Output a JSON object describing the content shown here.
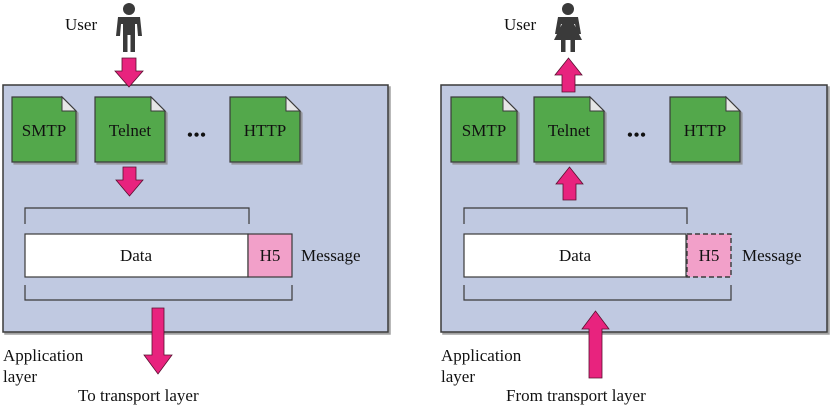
{
  "colors": {
    "panel": "#c0c9e1",
    "panel_border": "#3a3a3a",
    "doc_green": "#52a84b",
    "header_pink": "#f2a0c9",
    "arrow_pink": "#e8237e",
    "person": "#3a3a3a"
  },
  "left": {
    "user_label": "User",
    "user_icon": "man-icon",
    "protocols": [
      "SMTP",
      "Telnet",
      "HTTP"
    ],
    "ellipsis": "•••",
    "data_label": "Data",
    "header_label": "H5",
    "message_label": "Message",
    "layer_label_line1": "Application",
    "layer_label_line2": "layer",
    "transport_label": "To transport layer"
  },
  "right": {
    "user_label": "User",
    "user_icon": "woman-icon",
    "protocols": [
      "SMTP",
      "Telnet",
      "HTTP"
    ],
    "ellipsis": "•••",
    "data_label": "Data",
    "header_label": "H5",
    "message_label": "Message",
    "layer_label_line1": "Application",
    "layer_label_line2": "layer",
    "transport_label": "From transport layer"
  }
}
